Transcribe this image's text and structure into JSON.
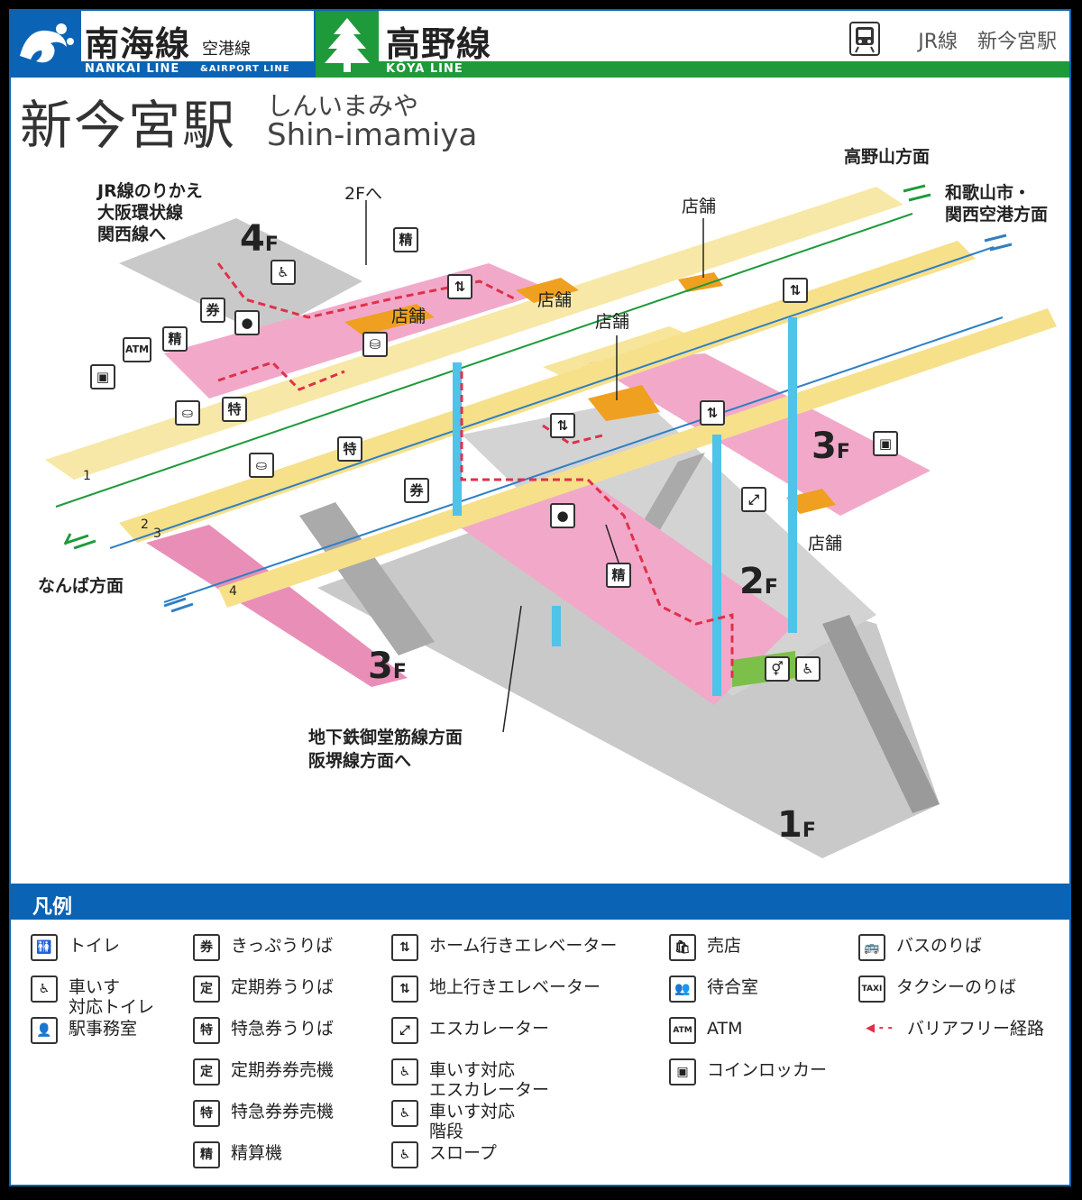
{
  "header": {
    "nankai_title": "南海線",
    "nankai_sub": "空港線",
    "nankai_en": "NANKAI LINE",
    "nankai_en_sub": "&AIRPORT LINE",
    "koya_title": "高野線",
    "koya_en": "KŌYA LINE",
    "jr_label": "JR線　新今宮駅"
  },
  "station": {
    "name": "新今宮駅",
    "kana": "しんいまみや",
    "roman": "Shin-imamiya"
  },
  "map": {
    "labels": {
      "jr_transfer": "JR線のりかえ",
      "osaka_loop": "大阪環状線",
      "kansai_line": "関西線へ",
      "to_2f": "2Fへ",
      "koyasan": "高野山方面",
      "wakayama": "和歌山市・",
      "kix": "関西空港方面",
      "namba": "なんば方面",
      "subway": "地下鉄御堂筋線方面",
      "hankai": "阪堺線方面へ",
      "shop": "店舗",
      "sei": "精",
      "atm": "ATM"
    },
    "floors": {
      "f4": "4",
      "f3a": "3",
      "f3b": "3",
      "f2": "2",
      "f1": "1",
      "suffix": "F"
    },
    "platforms": [
      "1",
      "2",
      "3",
      "4"
    ],
    "colors": {
      "platform_yellow": "#f6e08a",
      "concourse_pink": "#f2a9c9",
      "gray_floor": "#c9c9c9",
      "shop_orange": "#f0a020",
      "nankai_blue": "#2f7fc4",
      "koya_green": "#1e9a3a",
      "barrier_free_red": "#e0304a",
      "elevator_cyan": "#4fc3e8"
    }
  },
  "legend": {
    "title": "凡例",
    "items": [
      {
        "icon": "toilet-icon",
        "glyph": "🚻",
        "label": "トイレ"
      },
      {
        "icon": "wheelchair-toilet-icon",
        "glyph": "♿",
        "label": "車いす\n対応トイレ"
      },
      {
        "icon": "station-office-icon",
        "glyph": "👤",
        "label": "駅事務室"
      },
      {
        "icon": "ticket-icon",
        "glyph": "券",
        "label": "きっぷうりば"
      },
      {
        "icon": "commuter-pass-icon",
        "glyph": "定",
        "label": "定期券うりば"
      },
      {
        "icon": "express-ticket-icon",
        "glyph": "特",
        "label": "特急券うりば"
      },
      {
        "icon": "pass-machine-icon",
        "glyph": "定",
        "label": "定期券券売機"
      },
      {
        "icon": "express-machine-icon",
        "glyph": "特",
        "label": "特急券券売機"
      },
      {
        "icon": "fare-adjust-icon",
        "glyph": "精",
        "label": "精算機"
      },
      {
        "icon": "platform-elevator-icon",
        "glyph": "⇅",
        "label": "ホーム行きエレベーター"
      },
      {
        "icon": "ground-elevator-icon",
        "glyph": "⇅",
        "label": "地上行きエレベーター"
      },
      {
        "icon": "escalator-icon",
        "glyph": "⤢",
        "label": "エスカレーター"
      },
      {
        "icon": "wheelchair-escalator-icon",
        "glyph": "♿",
        "label": "車いす対応\nエスカレーター"
      },
      {
        "icon": "wheelchair-stairs-icon",
        "glyph": "♿",
        "label": "車いす対応\n階段"
      },
      {
        "icon": "slope-icon",
        "glyph": "♿",
        "label": "スロープ"
      },
      {
        "icon": "kiosk-icon",
        "glyph": "🛍",
        "label": "売店"
      },
      {
        "icon": "waiting-room-icon",
        "glyph": "👥",
        "label": "待合室"
      },
      {
        "icon": "atm-icon",
        "glyph": "ATM",
        "label": "ATM"
      },
      {
        "icon": "coin-locker-icon",
        "glyph": "▣",
        "label": "コインロッカー"
      },
      {
        "icon": "bus-icon",
        "glyph": "🚌",
        "label": "バスのりば"
      },
      {
        "icon": "taxi-icon",
        "glyph": "TAXI",
        "label": "タクシーのりば"
      },
      {
        "icon": "barrier-free-route-icon",
        "glyph": "◀",
        "label": "バリアフリー経路"
      }
    ]
  }
}
